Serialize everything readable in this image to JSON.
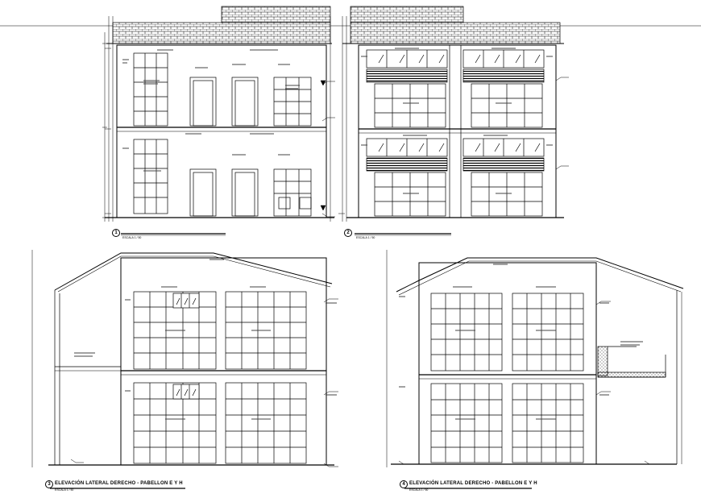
{
  "drawing": {
    "views": [
      {
        "id": "view-1",
        "number": "1",
        "scale": "ESCALA 1 / 50"
      },
      {
        "id": "view-2",
        "number": "2",
        "scale": "ESCALA 1 / 50"
      },
      {
        "id": "view-3",
        "number": "3",
        "title": "ELEVACIÓN LATERAL DERECHO - PABELLON E Y H",
        "scale": "ESCALA 1 / 50"
      },
      {
        "id": "view-4",
        "number": "4",
        "title": "ELEVACIÓN LATERAL DERECHO - PABELLON E Y H",
        "scale": "ESCALA 1 / 50"
      }
    ]
  }
}
